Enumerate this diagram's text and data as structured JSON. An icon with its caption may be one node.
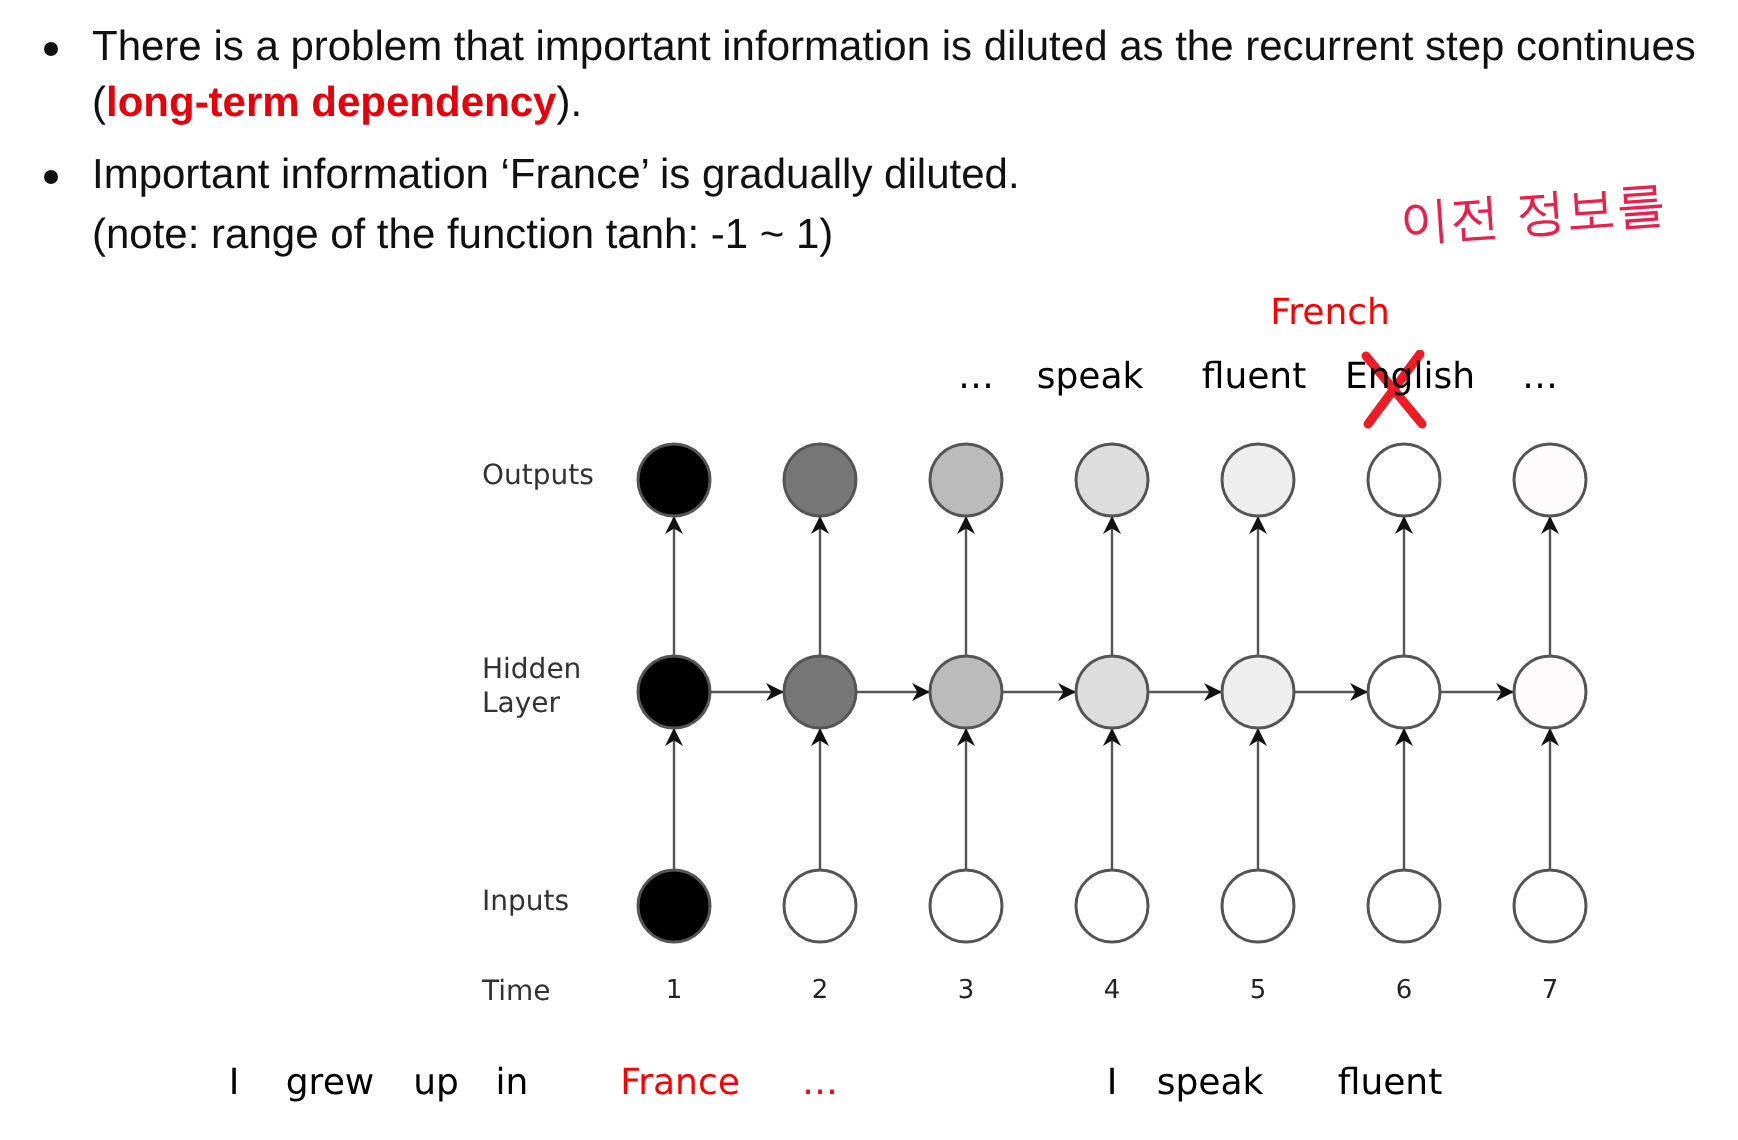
{
  "diagram": {
    "nodes": [
      {
        "text": [],
        "shape": "circle"
      },
      {
        "text": [],
        "shape": "circle"
      },
      {
        "text": [],
        "shape": "circle"
      },
      {
        "text": [],
        "shape": "circle"
      },
      {
        "text": [],
        "shape": "circle"
      },
      {
        "text": [],
        "shape": "circle"
      },
      {
        "text": [],
        "shape": "circle"
      },
      {
        "text": [],
        "shape": "circle"
      },
      {
        "text": [],
        "shape": "circle"
      },
      {
        "text": [],
        "shape": "circle"
      },
      {
        "text": [],
        "shape": "circle"
      },
      {
        "text": [],
        "shape": "circle"
      },
      {
        "text": [],
        "shape": "circle"
      },
      {
        "text": [],
        "shape": "circle"
      },
      {
        "text": [],
        "shape": "circle"
      },
      {
        "text": [],
        "shape": "circle"
      },
      {
        "text": [],
        "shape": "circle"
      },
      {
        "text": [],
        "shape": "circle"
      },
      {
        "text": [],
        "shape": "circle"
      },
      {
        "text": [],
        "shape": "circle"
      },
      {
        "text": [],
        "shape": "circle"
      }
    ],
    "edges": [
      {
        "from": 14,
        "to": 7,
        "arrow": "to"
      },
      {
        "from": 15,
        "to": 8,
        "arrow": "to"
      },
      {
        "from": 16,
        "to": 9,
        "arrow": "to"
      },
      {
        "from": 17,
        "to": 10,
        "arrow": "to"
      },
      {
        "from": 18,
        "to": 11,
        "arrow": "to"
      },
      {
        "from": 19,
        "to": 12,
        "arrow": "to"
      },
      {
        "from": 20,
        "to": 13,
        "arrow": "to"
      },
      {
        "from": 7,
        "to": 0,
        "arrow": "to"
      },
      {
        "from": 8,
        "to": 1,
        "arrow": "to"
      },
      {
        "from": 9,
        "to": 2,
        "arrow": "to"
      },
      {
        "from": 10,
        "to": 3,
        "arrow": "to"
      },
      {
        "from": 11,
        "to": 4,
        "arrow": "to"
      },
      {
        "from": 12,
        "to": 5,
        "arrow": "to"
      },
      {
        "from": 13,
        "to": 6,
        "arrow": "to"
      },
      {
        "from": 7,
        "to": 8,
        "arrow": "to"
      },
      {
        "from": 8,
        "to": 9,
        "arrow": "to"
      },
      {
        "from": 9,
        "to": 10,
        "arrow": "to"
      },
      {
        "from": 10,
        "to": 11,
        "arrow": "to"
      },
      {
        "from": 11,
        "to": 12,
        "arrow": "to"
      },
      {
        "from": 12,
        "to": 13,
        "arrow": "to"
      }
    ],
    "labels": [
      "There is a problem that important information is diluted as the recurrent step continues (**long-term dependency**).",
      "Important information ‘France’ is gradually diluted.",
      "(note: range of the function tanh: -1 ~ 1)",
      "이전 정보를",
      "French",
      "…",
      "speak",
      "fluent",
      "English",
      "…",
      "Outputs",
      "Hidden Layer",
      "Inputs",
      "Time",
      "1",
      "2",
      "3",
      "4",
      "5",
      "6",
      "7",
      "I",
      "grew",
      "up",
      "in",
      "France",
      "…",
      "I",
      "speak",
      "fluent"
    ]
  }
}
